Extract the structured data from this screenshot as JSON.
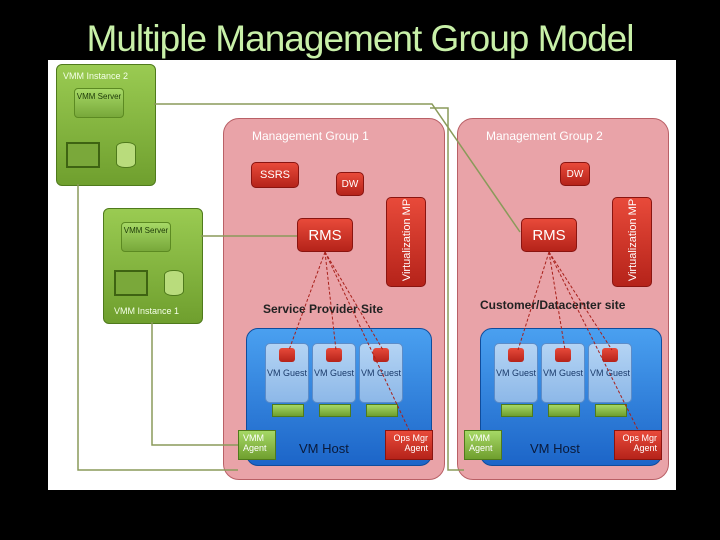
{
  "title": "Multiple Management Group Model",
  "vmm_instance_2": {
    "label": "VMM Instance 2",
    "server": "VMM Server"
  },
  "vmm_instance_1": {
    "label": "VMM Instance 1",
    "server": "VMM Server"
  },
  "mg1": {
    "title": "Management Group 1",
    "ssrs": "SSRS",
    "dw": "DW",
    "rms": "RMS",
    "mp": "Virtualization MP",
    "site": "Service Provider Site"
  },
  "mg2": {
    "title": "Management Group 2",
    "dw": "DW",
    "rms": "RMS",
    "mp": "Virtualization MP",
    "site": "Customer/Datacenter site"
  },
  "host": {
    "label": "VM Host",
    "guest": "VM Guest",
    "vmm_agent": "VMM Agent",
    "ops_agent": "Ops Mgr Agent"
  },
  "colors": {
    "green": "#8cbf45",
    "red": "#d43a2c",
    "pink": "#e9a3a8",
    "blue": "#2b7fe0",
    "title": "#c8f0a8"
  }
}
